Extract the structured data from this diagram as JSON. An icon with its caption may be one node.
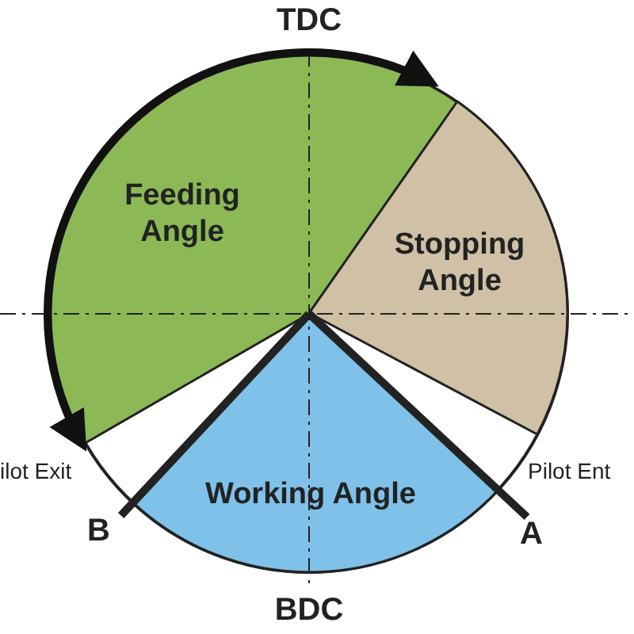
{
  "diagram": {
    "nodes": [
      {
        "text": [
          "Feeding Angle"
        ]
      },
      {
        "text": [
          "Stopping Angle"
        ]
      },
      {
        "text": [
          "Working Angle"
        ]
      }
    ],
    "edges": [],
    "labels": [
      "TDC",
      "ilot Exit",
      "Pilot Ent",
      "B",
      "A",
      "BDC"
    ]
  }
}
